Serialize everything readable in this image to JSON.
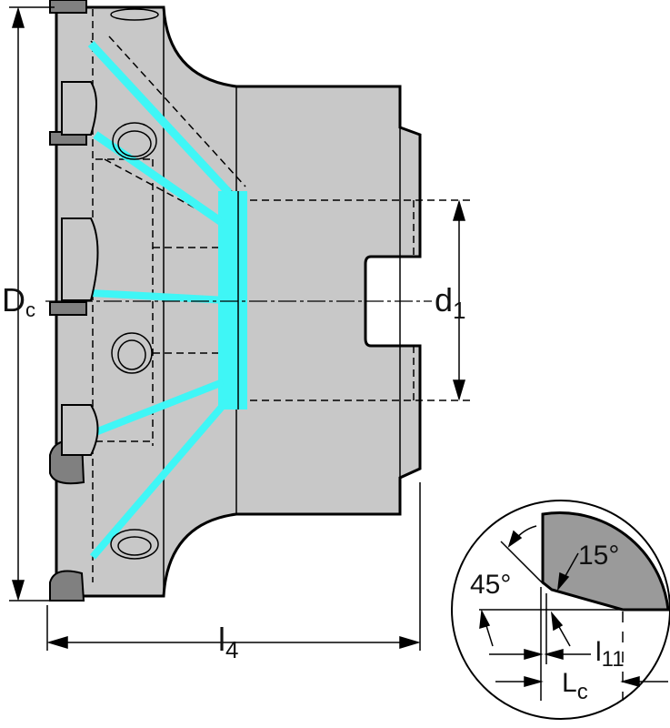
{
  "dimensions": {
    "diameter_main": "D",
    "diameter_sub": "c",
    "bore": "d",
    "bore_sub": "1",
    "length": "l",
    "length_sub": "4"
  },
  "detail": {
    "angle_entry": "45°",
    "angle_flat": "15°",
    "wiper_length": "l",
    "wiper_length_sub": "11",
    "cut_length": "L",
    "cut_length_sub": "c"
  },
  "colors": {
    "body": "#c8c8c8",
    "coolant": "#3ff6f6",
    "insert": "#808080",
    "line": "#000000"
  }
}
